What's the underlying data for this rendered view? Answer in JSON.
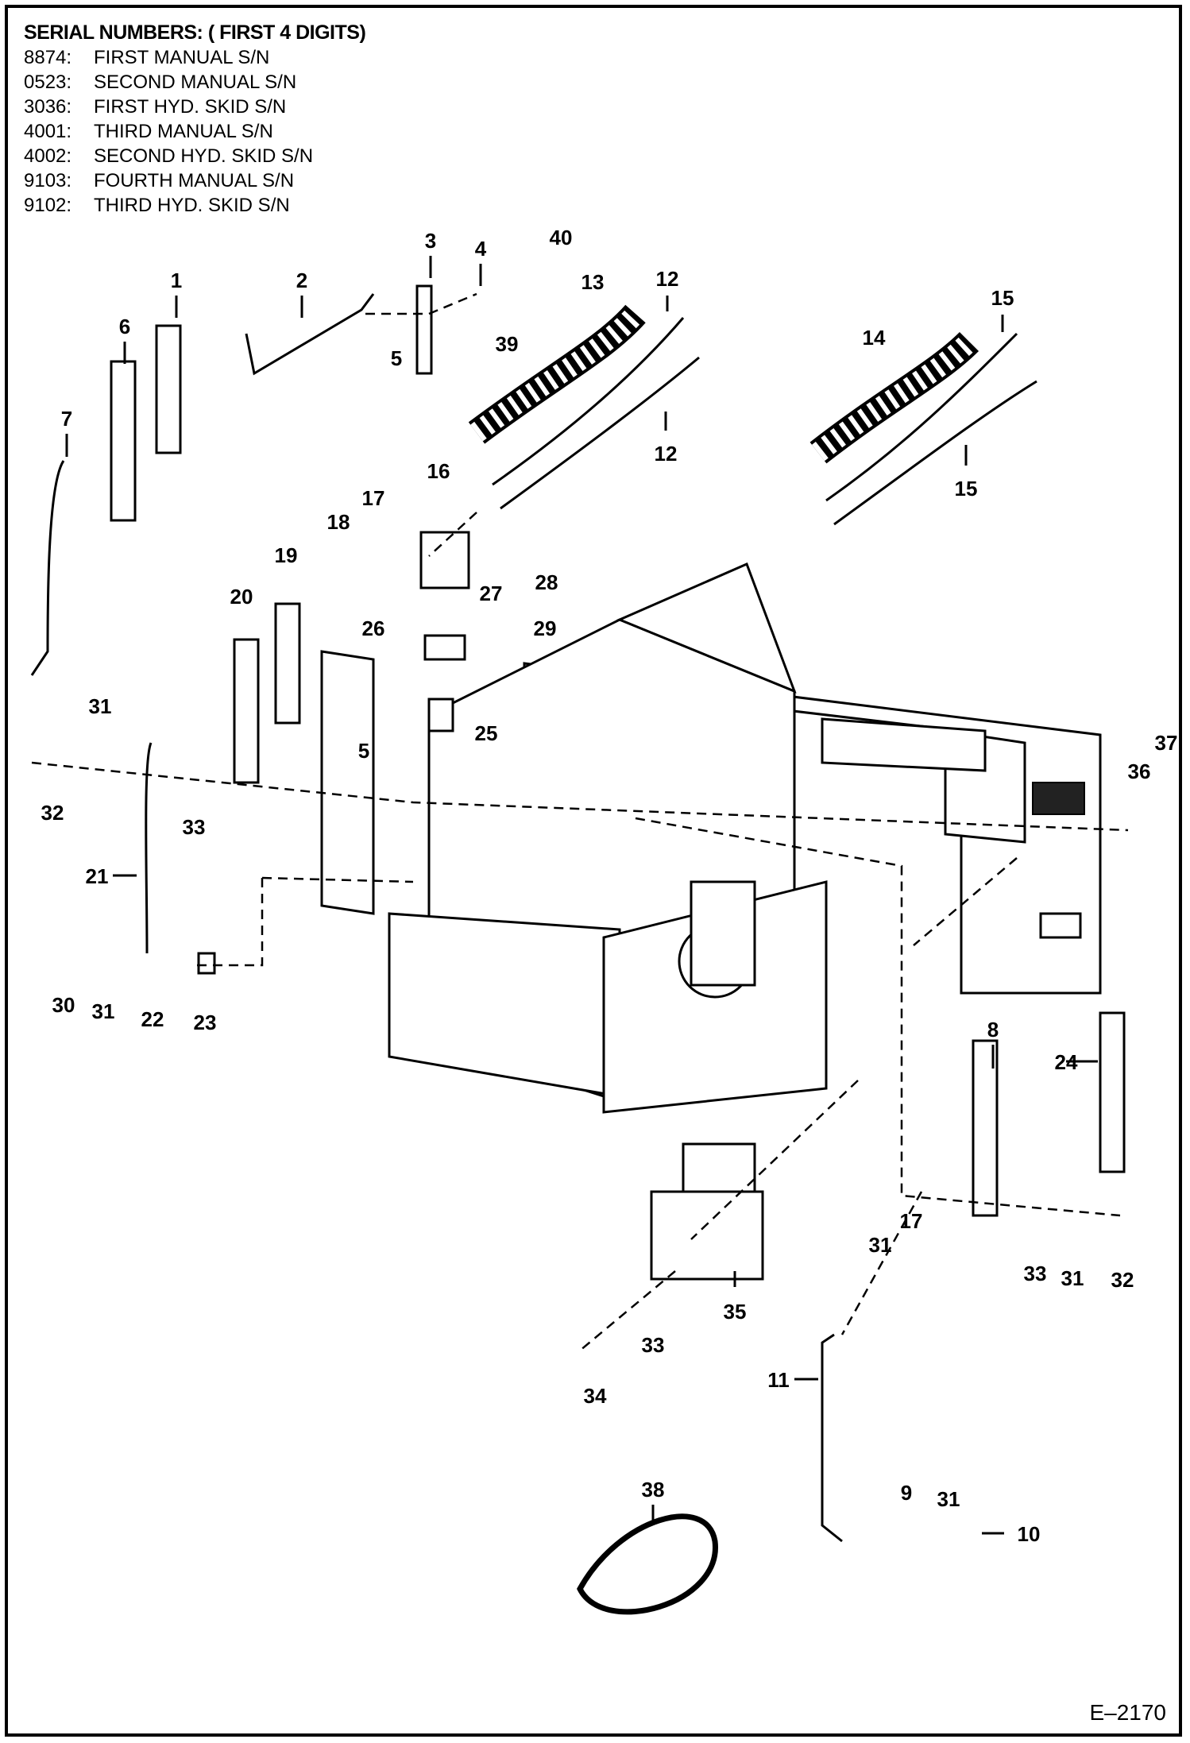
{
  "serial_header": "SERIAL NUMBERS: ( FIRST 4 DIGITS)",
  "serial_numbers": [
    {
      "code": "8874:",
      "desc": "FIRST MANUAL S/N"
    },
    {
      "code": "0523:",
      "desc": "SECOND MANUAL S/N"
    },
    {
      "code": "3036:",
      "desc": "FIRST HYD. SKID S/N"
    },
    {
      "code": "4001:",
      "desc": "THIRD MANUAL S/N"
    },
    {
      "code": "4002:",
      "desc": "SECOND HYD. SKID S/N"
    },
    {
      "code": "9103:",
      "desc": "FOURTH MANUAL S/N"
    },
    {
      "code": "9102:",
      "desc": "THIRD HYD. SKID S/N"
    }
  ],
  "callouts": {
    "c1": "1",
    "c2": "2",
    "c3": "3",
    "c4": "4",
    "c5a": "5",
    "c5b": "5",
    "c6": "6",
    "c7": "7",
    "c8": "8",
    "c9": "9",
    "c10": "10",
    "c11": "11",
    "c12a": "12",
    "c12b": "12",
    "c13": "13",
    "c14": "14",
    "c15a": "15",
    "c15b": "15",
    "c16": "16",
    "c17a": "17",
    "c17b": "17",
    "c18": "18",
    "c19": "19",
    "c20": "20",
    "c21": "21",
    "c22": "22",
    "c23": "23",
    "c24": "24",
    "c25": "25",
    "c26": "26",
    "c27": "27",
    "c28": "28",
    "c29": "29",
    "c30": "30",
    "c31a": "31",
    "c31b": "31",
    "c31c": "31",
    "c31d": "31",
    "c31e": "31",
    "c32a": "32",
    "c32b": "32",
    "c33a": "33",
    "c33b": "33",
    "c33c": "33",
    "c34": "34",
    "c35": "35",
    "c36": "36",
    "c37": "37",
    "c38": "38",
    "c39": "39",
    "c40": "40"
  },
  "doc_id": "E–2170"
}
